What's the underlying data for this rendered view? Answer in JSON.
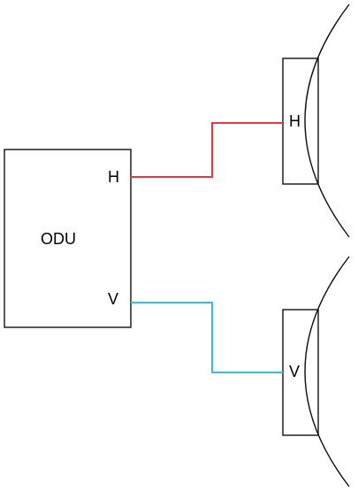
{
  "odu": {
    "label": "ODU",
    "port_h": "H",
    "port_v": "V"
  },
  "antennas": [
    {
      "port": "H"
    },
    {
      "port": "V"
    }
  ],
  "links": [
    {
      "from": "ODU H",
      "to": "H",
      "color": "#e8383d"
    },
    {
      "from": "ODU V",
      "to": "V",
      "color": "#3bbde3"
    }
  ]
}
